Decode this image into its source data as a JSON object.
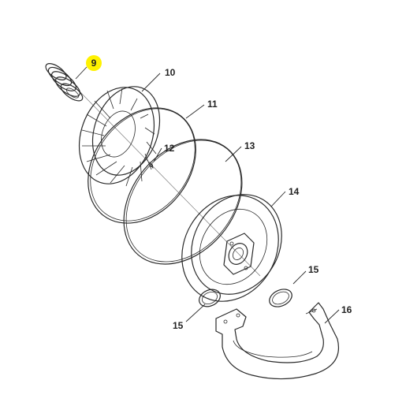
{
  "diagram": {
    "highlight_color": "#fff200",
    "line_color": "#2a2a2a",
    "callouts": [
      {
        "id": "p9",
        "label": "9",
        "highlighted": true
      },
      {
        "id": "p10",
        "label": "10"
      },
      {
        "id": "p11",
        "label": "11"
      },
      {
        "id": "p12",
        "label": "12"
      },
      {
        "id": "p13",
        "label": "13"
      },
      {
        "id": "p14",
        "label": "14"
      },
      {
        "id": "p15a",
        "label": "15"
      },
      {
        "id": "p15b",
        "label": "15"
      },
      {
        "id": "p16",
        "label": "16"
      }
    ]
  }
}
